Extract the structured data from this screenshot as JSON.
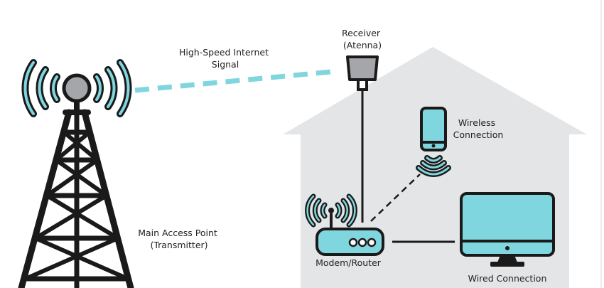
{
  "colors": {
    "accent": "#7fd6de",
    "outline": "#1a1a1a",
    "house": "#e4e5e7",
    "antenna_head": "#a4a6a9"
  },
  "icons": [
    "tower-icon",
    "signal-waves-icon",
    "antenna-icon",
    "router-icon",
    "phone-icon",
    "monitor-icon"
  ],
  "labels": {
    "signal": [
      "High-Speed Internet",
      "Signal"
    ],
    "receiver": [
      "Receiver",
      "(Atenna)"
    ],
    "wireless": [
      "Wireless",
      "Connection"
    ],
    "main_access": [
      "Main Access Point",
      "(Transmitter)"
    ],
    "router": "Modem/Router",
    "wired": "Wired Connection"
  }
}
